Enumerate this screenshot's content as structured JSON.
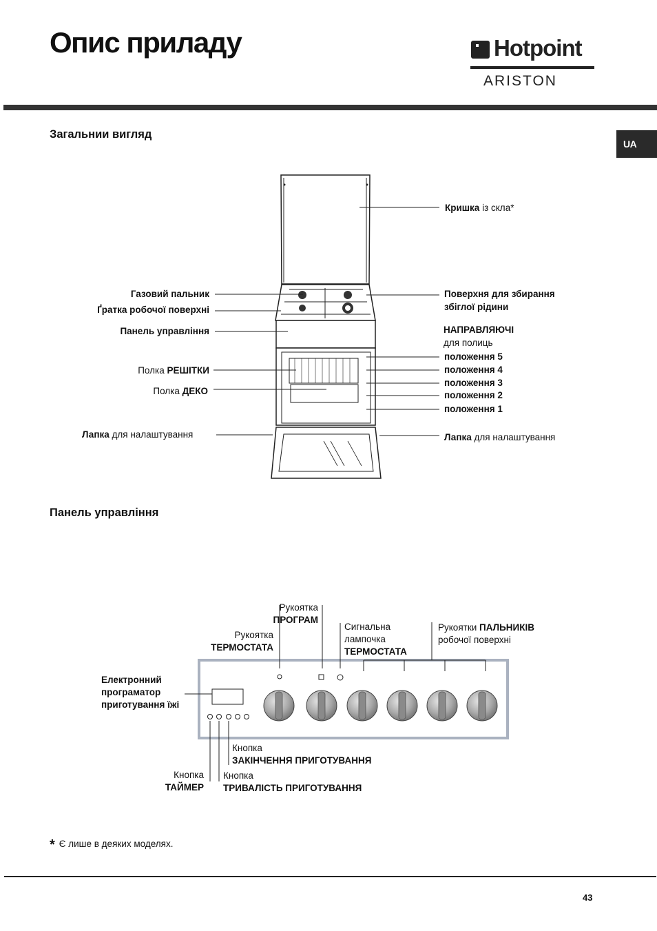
{
  "page_title": "Опис приладу",
  "brand": {
    "name": "Hotpoint",
    "sub": "ARISTON"
  },
  "lang_tab": "UA",
  "sections": {
    "general_view": "Загальнии вигляд",
    "control_panel": "Панель управління"
  },
  "labels": {
    "lid": {
      "bold": "Кришка",
      "text": " із скла*"
    },
    "gas_burner": "Газовий пальник",
    "grate": "Ґратка робочої поверхні",
    "control_panel": "Панель управління",
    "rack_shelf": {
      "text": "Полка ",
      "bold": "РЕШІТКИ"
    },
    "tray_shelf": {
      "text": "Полка ",
      "bold": "ДЕКО"
    },
    "foot_left": {
      "bold": "Лапка",
      "text": " для налаштування"
    },
    "spill_line1": "Поверхня для збирання",
    "spill_line2": "збіглої рідини",
    "guides_title": "НАПРАВЛЯЮЧІ",
    "guides_sub": "для полиць",
    "positions": [
      "положення 5",
      "положення 4",
      "положення 3",
      "положення 2",
      "положення 1"
    ],
    "foot_right": {
      "bold": "Лапка",
      "text": " для налаштування"
    }
  },
  "panel_labels": {
    "programs_line1": "Рукоятка",
    "programs_line2": "ПРОГРАМ",
    "thermostat_line1": "Рукоятка",
    "thermostat_line2": "ТЕРМОСТАТА",
    "lamp_line1": "Сигнальна",
    "lamp_line2": "лампочка",
    "lamp_line3": "ТЕРМОСТАТА",
    "burners_text": "Рукоятки ",
    "burners_bold": "ПАЛЬНИКІВ",
    "burners_line2": "робочої поверхні",
    "programmer_line1": "Електронний",
    "programmer_line2": "програматор",
    "programmer_line3": "приготування їжі",
    "end_line1": "Кнопка",
    "end_line2": "ЗАКІНЧЕННЯ ПРИГОТУВАННЯ",
    "timer_line1": "Кнопка",
    "timer_line2": "ТАЙМЕР",
    "duration_line1": "Кнопка",
    "duration_line2": "ТРИВАЛІСТЬ ПРИГОТУВАННЯ"
  },
  "footnote": "Є лише в деяких моделях.",
  "footnote_mark": "*",
  "page_number": "43"
}
